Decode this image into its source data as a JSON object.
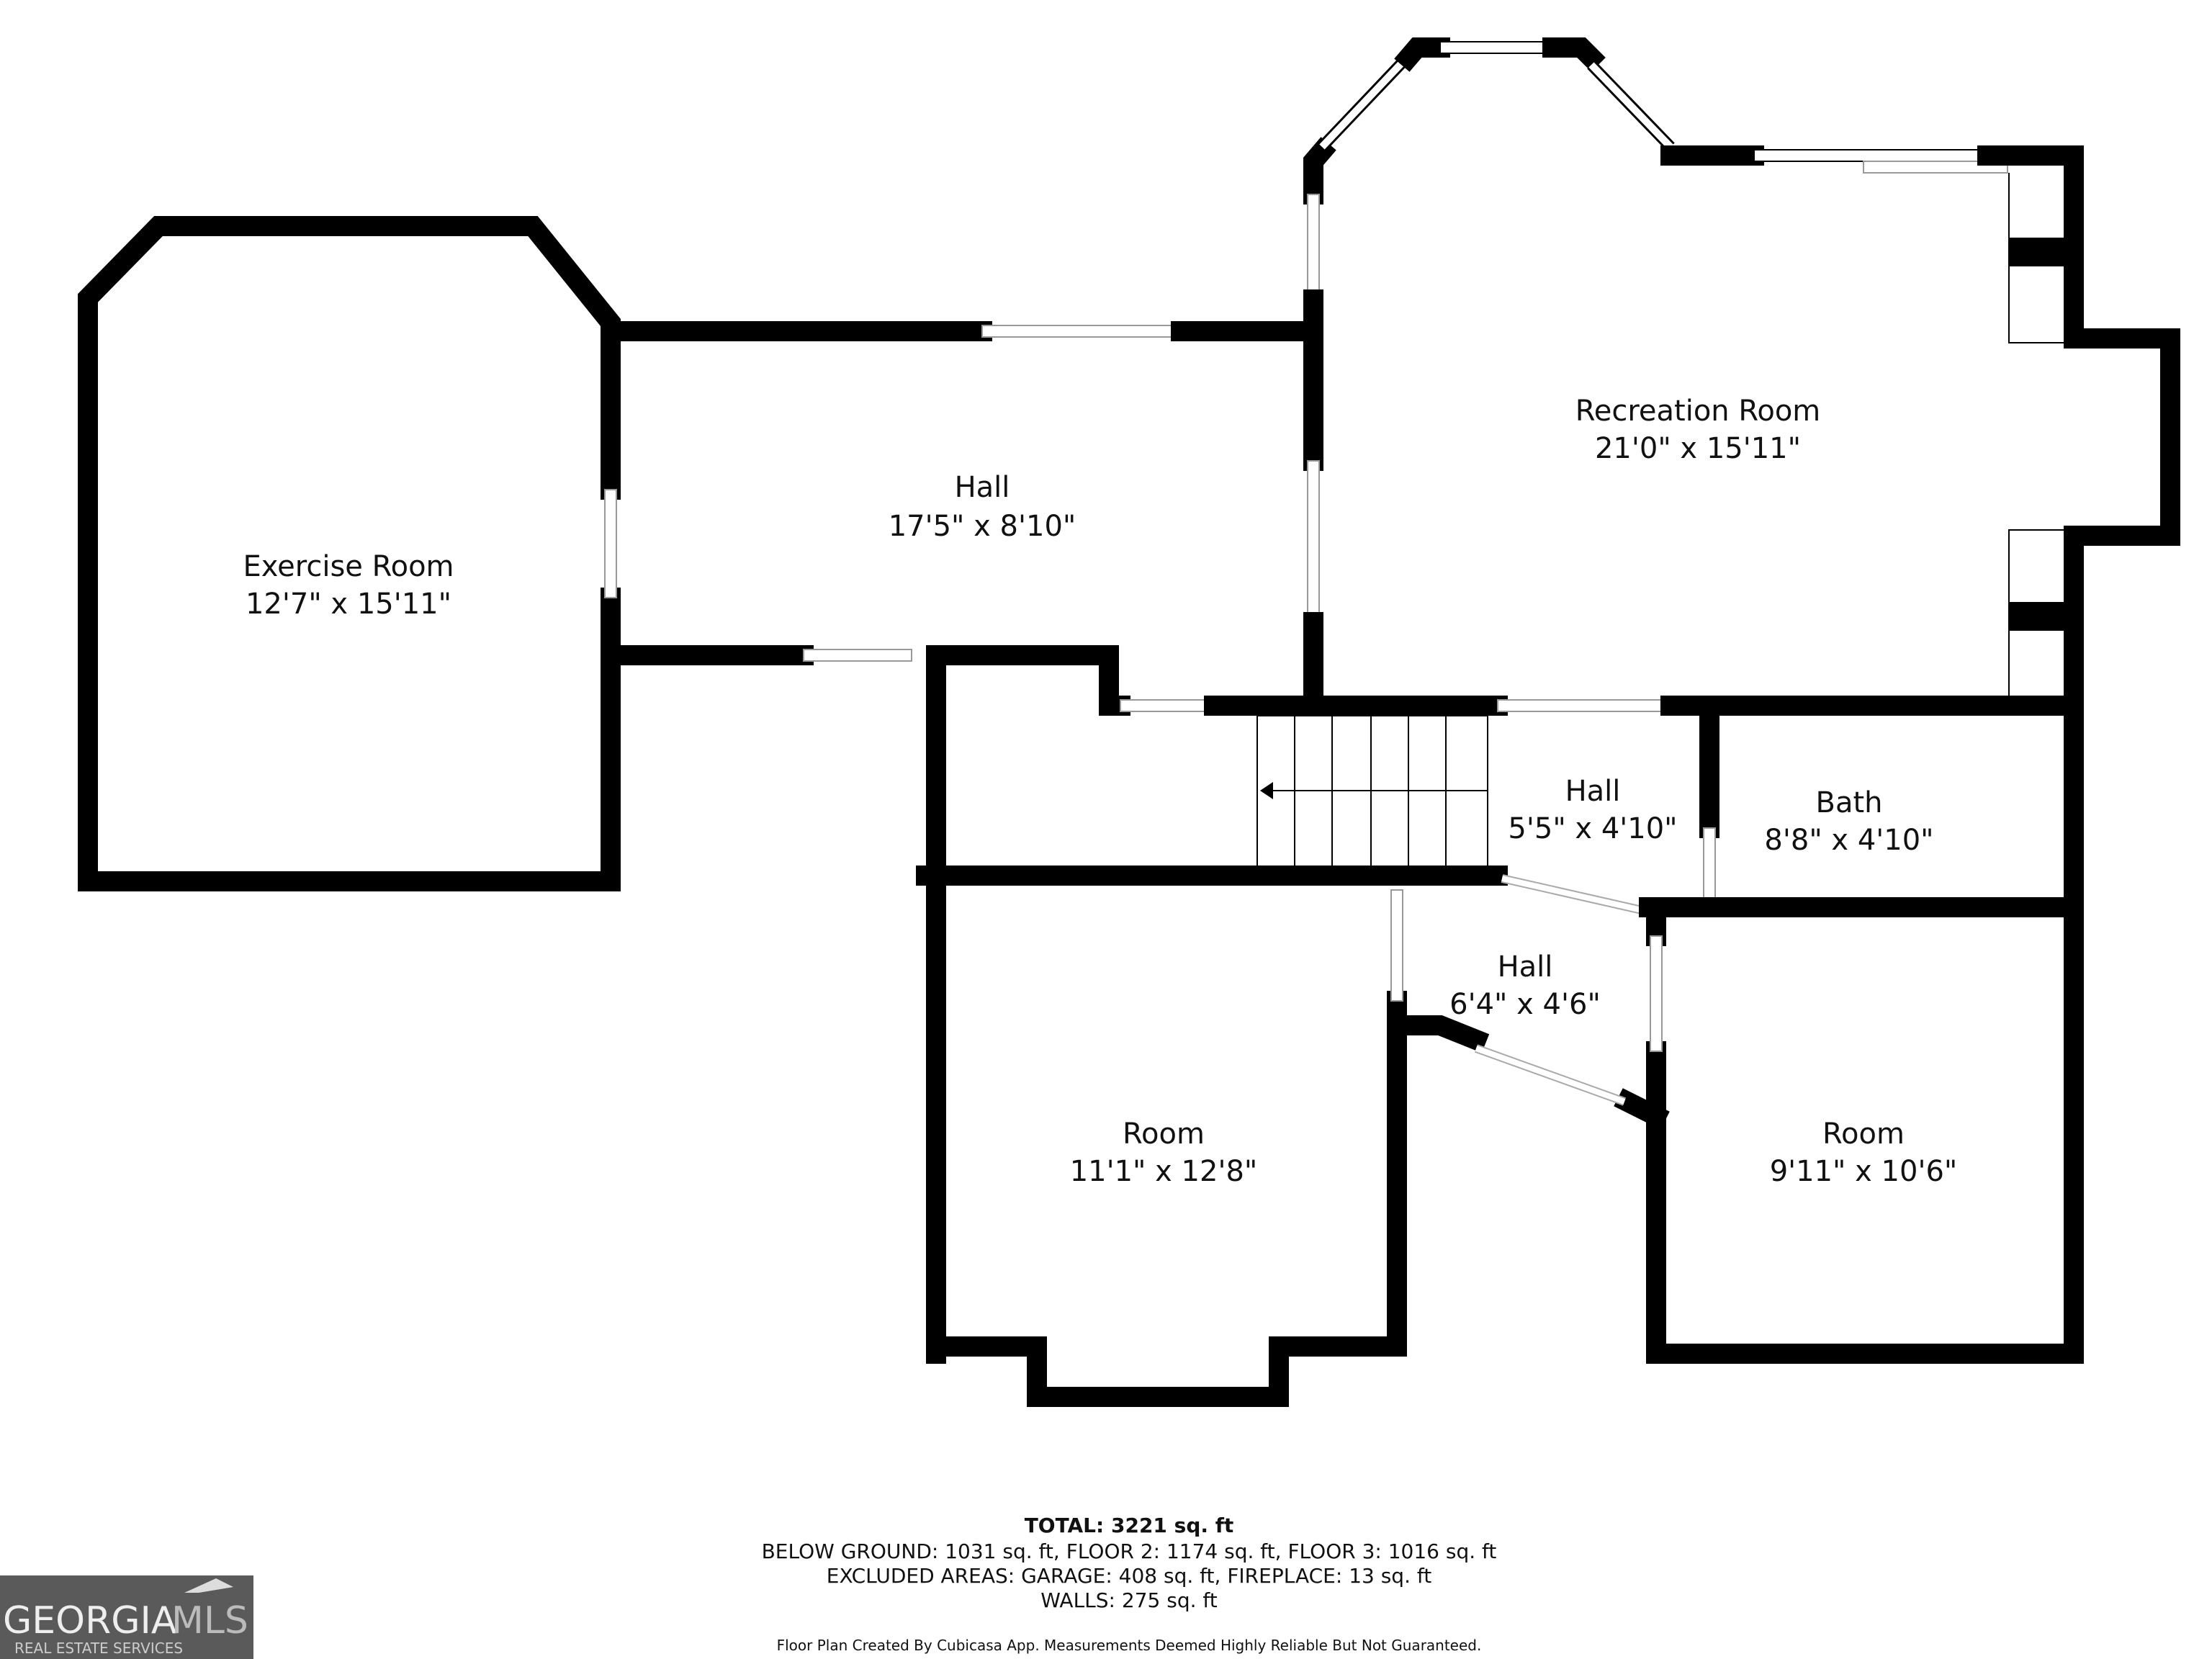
{
  "rooms": [
    {
      "name": "Exercise Room",
      "size": "12'7\" x 15'11\""
    },
    {
      "name": "Hall",
      "size": "17'5\" x 8'10\""
    },
    {
      "name": "Recreation Room",
      "size": "21'0\" x 15'11\""
    },
    {
      "name": "Hall",
      "size": "5'5\" x 4'10\""
    },
    {
      "name": "Bath",
      "size": "8'8\" x 4'10\""
    },
    {
      "name": "Hall",
      "size": "6'4\" x 4'6\""
    },
    {
      "name": "Room",
      "size": "11'1\" x 12'8\""
    },
    {
      "name": "Room",
      "size": "9'11\" x 10'6\""
    }
  ],
  "summary": {
    "total": "TOTAL: 3221 sq. ft",
    "floors": "BELOW GROUND: 1031 sq. ft, FLOOR 2: 1174 sq. ft, FLOOR 3: 1016 sq. ft",
    "excluded": "EXCLUDED AREAS: GARAGE: 408 sq. ft, FIREPLACE: 13 sq. ft",
    "walls": "WALLS: 275 sq. ft"
  },
  "disclaimer": "Floor Plan Created By Cubicasa App. Measurements Deemed Highly Reliable But Not Guaranteed.",
  "logo": {
    "brand_a": "GEORGIA",
    "brand_b": "MLS",
    "tagline": "REAL ESTATE SERVICES"
  }
}
